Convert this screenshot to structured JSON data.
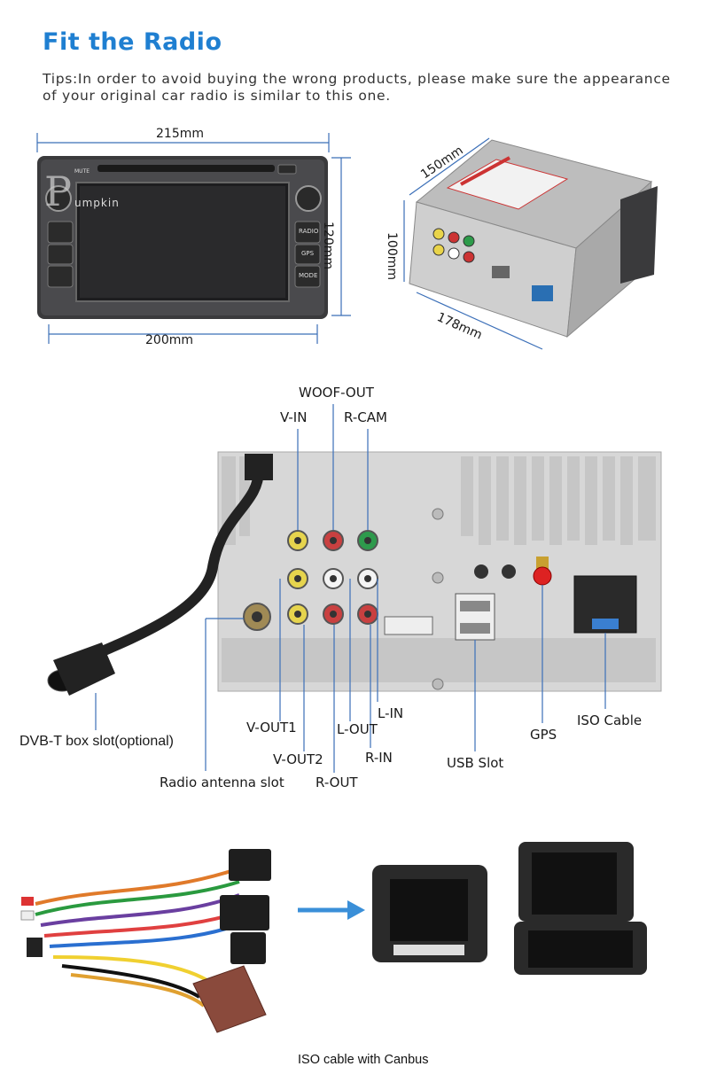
{
  "header": {
    "title": "Fit the Radio",
    "tips": "Tips:In order to avoid buying the wrong products, please make sure the appearance of your original car radio is similar to this one."
  },
  "front_unit": {
    "width_top": "215mm",
    "width_bottom": "200mm",
    "height": "120mm",
    "buttons": [
      "MUTE",
      "RADIO",
      "GPS",
      "MODE"
    ],
    "logo": "umpkin"
  },
  "box_unit": {
    "depth": "150mm",
    "height": "100mm",
    "length": "178mm"
  },
  "ports": {
    "woof_out": "WOOF-OUT",
    "v_in": "V-IN",
    "r_cam": "R-CAM",
    "dvb_t": "DVB-T box slot(optional)",
    "v_out1": "V-OUT1",
    "l_out": "L-OUT",
    "l_in": "L-IN",
    "v_out2": "V-OUT2",
    "r_in": "R-IN",
    "r_out": "R-OUT",
    "radio_antenna": "Radio antenna slot",
    "usb_slot": "USB Slot",
    "gps": "GPS",
    "iso_cable": "ISO Cable"
  },
  "cable": {
    "caption": "ISO cable with Canbus"
  },
  "colors": {
    "title": "#1f7fd1",
    "dimension_line": "#3b6fb8",
    "leader_line": "#3b6fb8",
    "arrow": "#3a8fd8"
  }
}
